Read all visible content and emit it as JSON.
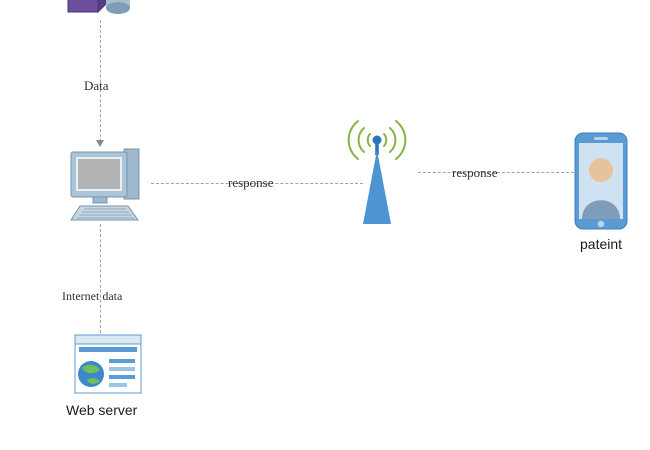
{
  "diagram": {
    "nodes": {
      "database": {
        "icon": "database-server-icon"
      },
      "computer": {
        "icon": "desktop-computer-icon"
      },
      "antenna": {
        "icon": "wireless-antenna-icon"
      },
      "phone": {
        "icon": "patient-phone-icon",
        "label": "pateint"
      },
      "web_server": {
        "icon": "web-server-icon",
        "label": "Web server"
      }
    },
    "edges": {
      "data": {
        "label": "Data"
      },
      "response_left": {
        "label": "response"
      },
      "response_right": {
        "label": "response"
      },
      "internet_data": {
        "label": "Internet data"
      }
    },
    "colors": {
      "blue": "#5b9bd5",
      "dark_blue": "#2e75b6",
      "green": "#84b541",
      "purple": "#6b4f9e",
      "line_gray": "#9aa6ae"
    }
  }
}
